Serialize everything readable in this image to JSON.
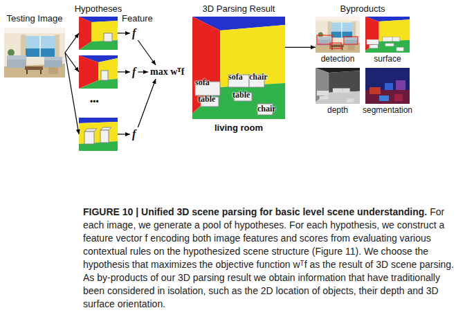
{
  "diagram": {
    "title": "FIGURE 10 | Unified 3D scene parsing for basic level scene understanding.",
    "caption": "For each image, we generate a pool of hypotheses. For each hypothesis, we construct a feature vector f encoding both image features and scores from evaluating various contextual rules on the hypothesized scene structure (Figure 11). We choose the hypothesis that maximizes the objective function wᵀf as the result of 3D scene parsing. As by-products of our 3D parsing result we obtain information that have traditionally been considered in isolation, such as the 2D location of objects, their depth and 3D surface orientation.",
    "nodes": [
      {
        "text": [
          "Testing Image"
        ]
      },
      {
        "text": [
          "Hypotheses"
        ]
      },
      {
        "text": [
          "f"
        ]
      },
      {
        "text": [
          "f"
        ]
      },
      {
        "text": [
          "f"
        ]
      },
      {
        "text": [
          "max wᵀf"
        ]
      },
      {
        "text": [
          "3D Parsing Result",
          "living room"
        ]
      },
      {
        "text": [
          "Byproducts"
        ]
      },
      {
        "text": [
          "detection"
        ],
        "in": 7
      },
      {
        "text": [
          "surface"
        ],
        "in": 7
      },
      {
        "text": [
          "depth"
        ],
        "in": 7
      },
      {
        "text": [
          "segmentation"
        ],
        "in": 7
      }
    ],
    "edges": [
      {
        "from": 0,
        "to": 1,
        "arrow": "to"
      },
      {
        "from": 0,
        "to": 1,
        "arrow": "to"
      },
      {
        "from": 0,
        "to": 1,
        "arrow": "to"
      },
      {
        "from": 1,
        "to": 2,
        "arrow": "to"
      },
      {
        "from": 1,
        "to": 3,
        "arrow": "to"
      },
      {
        "from": 1,
        "to": 4,
        "arrow": "to"
      },
      {
        "from": 2,
        "to": 5,
        "arrow": "to"
      },
      {
        "from": 3,
        "to": 5,
        "arrow": "to"
      },
      {
        "from": 4,
        "to": 5,
        "arrow": "to"
      },
      {
        "from": 6,
        "to": 7,
        "arrow": "to"
      }
    ],
    "labels": [
      "Feature",
      "•••",
      "sofa",
      "sofa",
      "chair",
      "table",
      "table",
      "chair"
    ]
  }
}
